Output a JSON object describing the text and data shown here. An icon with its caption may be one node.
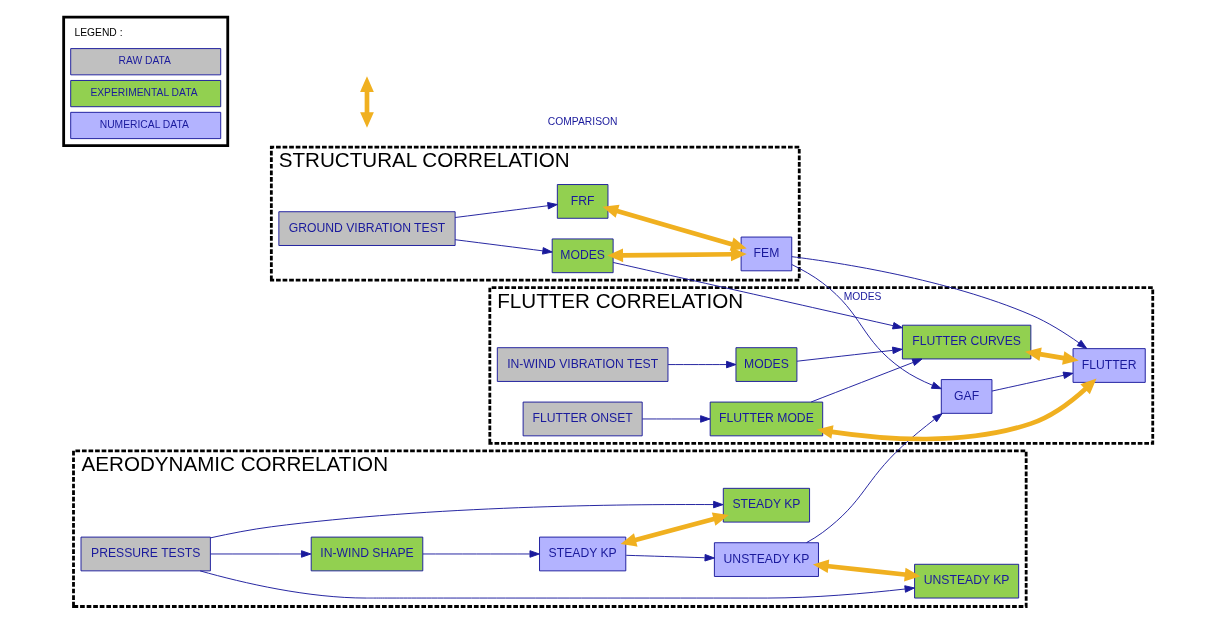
{
  "diagram": {
    "nodes": [
      {
        "text": [
          "STRUCTURAL CORRELATION"
        ]
      },
      {
        "text": [
          "GROUND VIBRATION TEST"
        ],
        "in": 0
      },
      {
        "text": [
          "FRF"
        ],
        "in": 0
      },
      {
        "text": [
          "MODES"
        ],
        "in": 0
      },
      {
        "text": [
          "FEM"
        ],
        "in": 0
      },
      {
        "text": [
          "AERODYNAMIC CORRELATION"
        ]
      },
      {
        "text": [
          "IN-WIND SHAPE"
        ],
        "in": 5
      },
      {
        "text": [
          "PRESSURE TESTS"
        ],
        "in": 5
      },
      {
        "text": [
          "STEADY KP"
        ],
        "in": 5
      },
      {
        "text": [
          "STEADY KP"
        ],
        "in": 5
      },
      {
        "text": [
          "UNSTEADY KP"
        ],
        "in": 5
      },
      {
        "text": [
          "UNSTEADY KP"
        ],
        "in": 5
      },
      {
        "text": [
          "FLUTTER CORRELATION"
        ]
      },
      {
        "text": [
          "IN-WIND VIBRATION TEST"
        ],
        "in": 12
      },
      {
        "text": [
          "GAF"
        ],
        "in": 12
      },
      {
        "text": [
          "MODES"
        ],
        "in": 12
      },
      {
        "text": [
          "FLUTTER CURVES"
        ],
        "in": 12
      },
      {
        "text": [
          "FLUTTER"
        ],
        "in": 12
      },
      {
        "text": [
          "FLUTTER ONSET"
        ],
        "in": 12
      },
      {
        "text": [
          "FLUTTER MODE"
        ],
        "in": 12
      }
    ],
    "edges": [
      {
        "from": 1,
        "to": 2,
        "arrow": "to"
      },
      {
        "from": 1,
        "to": 3,
        "arrow": "to"
      },
      {
        "from": 2,
        "to": 4,
        "arrow": "both",
        "style": "thick",
        "color": "#f0b020"
      },
      {
        "from": 3,
        "to": 4,
        "arrow": "both",
        "style": "thick",
        "color": "#f0b020"
      },
      {
        "from": 7,
        "to": 6,
        "arrow": "to"
      },
      {
        "from": 6,
        "to": 8,
        "arrow": "to"
      },
      {
        "from": 7,
        "to": 9,
        "arrow": "to"
      },
      {
        "from": 7,
        "to": 11,
        "arrow": "to"
      },
      {
        "from": 8,
        "to": 9,
        "arrow": "both",
        "style": "thick",
        "color": "#f0b020"
      },
      {
        "from": 8,
        "to": 10,
        "arrow": "to"
      },
      {
        "from": 10,
        "to": 11,
        "arrow": "both",
        "style": "thick",
        "color": "#f0b020"
      },
      {
        "from": 3,
        "to": 16,
        "arrow": "to"
      },
      {
        "from": 4,
        "to": 17,
        "arrow": "to"
      },
      {
        "from": 4,
        "to": 14,
        "arrow": "to",
        "label": "MODES"
      },
      {
        "from": 10,
        "to": 14,
        "arrow": "to"
      },
      {
        "from": 14,
        "to": 17,
        "arrow": "to"
      },
      {
        "from": 13,
        "to": 15,
        "arrow": "to"
      },
      {
        "from": 15,
        "to": 16,
        "arrow": "to"
      },
      {
        "from": 19,
        "to": 16,
        "arrow": "to"
      },
      {
        "from": 18,
        "to": 19,
        "arrow": "to"
      },
      {
        "from": 16,
        "to": 17,
        "arrow": "both",
        "style": "thick",
        "color": "#f0b020"
      },
      {
        "from": 19,
        "to": 17,
        "arrow": "both",
        "style": "thick",
        "color": "#f0b020"
      }
    ],
    "labels": [
      "LEGEND :"
    ],
    "legend": [
      {
        "text": "RAW DATA",
        "color": "#c0c0c0"
      },
      {
        "text": "EXPERIMENTAL DATA",
        "color": "#92d050"
      },
      {
        "text": "NUMERICAL DATA",
        "color": "#b3b3ff"
      },
      {
        "text": "COMPARISON"
      }
    ]
  }
}
